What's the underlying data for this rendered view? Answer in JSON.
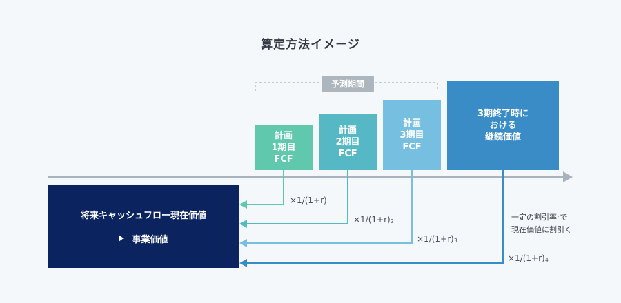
{
  "title": "算定方法イメージ",
  "forecast_period_label": "予測期間",
  "periods": [
    {
      "lines": [
        "計画",
        "1期目",
        "FCF"
      ],
      "factor": "×1/(1+r)",
      "exponent": "",
      "color": "#5fc8ad"
    },
    {
      "lines": [
        "計画",
        "2期目",
        "FCF"
      ],
      "factor": "×1/(1+r)",
      "exponent": "2",
      "color": "#55b8c4"
    },
    {
      "lines": [
        "計画",
        "3期目",
        "FCF"
      ],
      "factor": "×1/(1+r)",
      "exponent": "3",
      "color": "#76bfe0"
    }
  ],
  "terminal": {
    "lines": [
      "3期終了時に",
      "おける",
      "継続価値"
    ],
    "factor": "×1/(1+r)",
    "exponent": "4",
    "color": "#3a8cc6"
  },
  "result": {
    "main": "将来キャッシュフロー現在価値",
    "sub": "事業価値"
  },
  "discount_note": [
    "一定の割引率rで",
    "現在価値に割引く"
  ],
  "colors": {
    "axis": "#a8b3bd",
    "bracket": "#b3bcc3",
    "result_bg": "#0b2460"
  }
}
